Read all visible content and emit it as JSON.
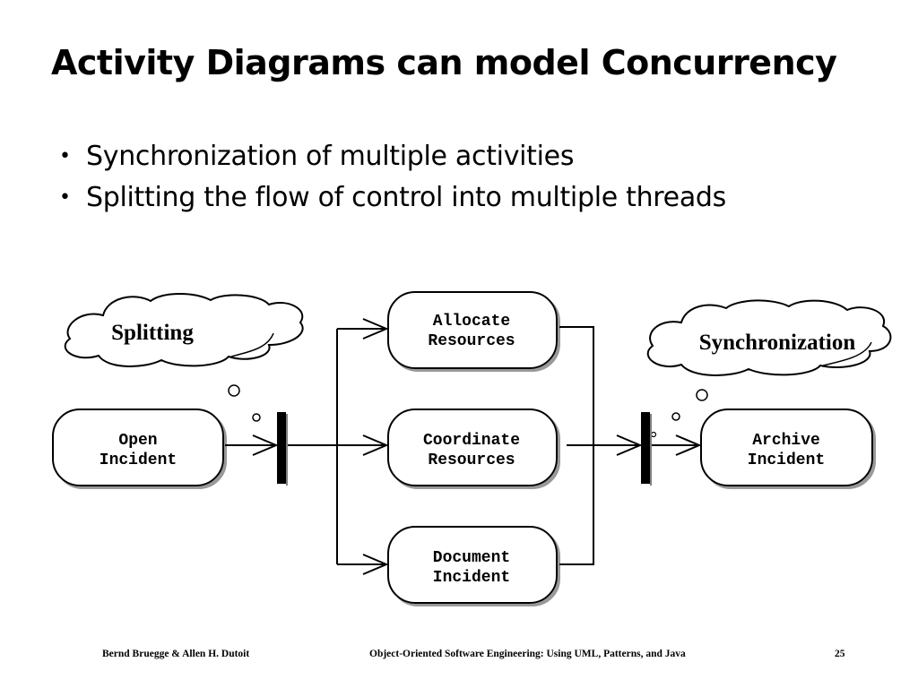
{
  "slide": {
    "title": "Activity Diagrams can model Concurrency",
    "bullets": [
      "Synchronization of multiple activities",
      "Splitting the flow of control into multiple threads"
    ]
  },
  "diagram": {
    "activities": {
      "open_incident": [
        "Open",
        "Incident"
      ],
      "allocate_resources": [
        "Allocate",
        "Resources"
      ],
      "coordinate_resources": [
        "Coordinate",
        "Resources"
      ],
      "document_incident": [
        "Document",
        "Incident"
      ],
      "archive_incident": [
        "Archive",
        "Incident"
      ]
    },
    "clouds": {
      "splitting": "Splitting",
      "synchronization": "Synchronization"
    }
  },
  "footer": {
    "authors": "Bernd Bruegge & Allen H. Dutoit",
    "book": "Object-Oriented Software Engineering: Using UML, Patterns, and Java",
    "page": "25"
  }
}
